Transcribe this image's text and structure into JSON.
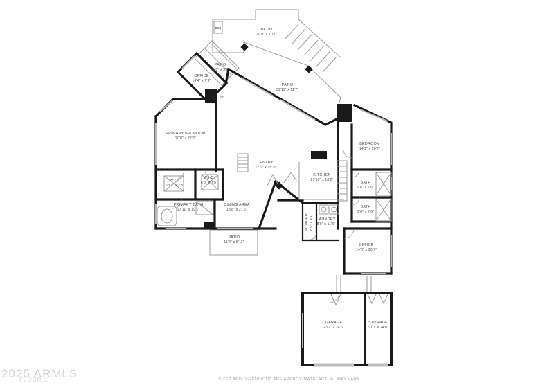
{
  "colors": {
    "wall_color": "#1a1a1a",
    "light_line_color": "#9c9c9c",
    "label_color": "#4a4a4a",
    "watermark_color": "#d4d4d4",
    "disclaimer_color": "#a8a8a8",
    "background_color": "#ffffff"
  },
  "watermark": {
    "line1": "2025 ARMLS",
    "line2": "FLOOR 1"
  },
  "footer": {
    "disclaimer": "SIZES AND DIMENSIONS ARE APPROXIMATE, ACTUAL MAY VARY."
  },
  "markers": {
    "bbq": "BBQ",
    "fireplace": "FP"
  },
  "rooms": {
    "patio_top": {
      "name": "PATIO",
      "dims": "29'9\" x 10'7\""
    },
    "patio_upper": {
      "name": "PATIO",
      "dims": "11'8\" x 9'2\""
    },
    "office_upper": {
      "name": "OFFICE",
      "dims": "14'4\" x 7'9\""
    },
    "patio_long": {
      "name": "PATIO",
      "dims": "39'11\" x 11'7\""
    },
    "primary_bedroom": {
      "name": "PRIMARY BEDROOM",
      "dims": "20'8\" x 22'2\""
    },
    "entry": {
      "name": "ENTRY",
      "dims": "17'1\" x 15'10\""
    },
    "kitchen": {
      "name": "KITCHEN",
      "dims": "21'10\" x 18'2\""
    },
    "bedroom": {
      "name": "BEDROOM",
      "dims": "14'9\" x 26'7\""
    },
    "bath_upper": {
      "name": "BATH",
      "dims": "9'6\" x 7'6\""
    },
    "bath_lower": {
      "name": "BATH",
      "dims": "9'6\" x 7'6\""
    },
    "wic_left": {
      "name": "W.I.C.",
      "dims": "10'1\" x 7'5\""
    },
    "wic_right": {
      "name": "W.I.C.",
      "dims": "6'8\" x 7'5\""
    },
    "primary_bath": {
      "name": "PRIMARY BATH",
      "dims": "17'11\" x 19'1\""
    },
    "dining": {
      "name": "DINING AREA",
      "dims": "13'8\" x 21'6\""
    },
    "patio_bottom": {
      "name": "PATIO",
      "dims": "11'4\" x 5'11\""
    },
    "powder": {
      "name": "POWDER",
      "dims": "6'9\" x 4'1\""
    },
    "laundry": {
      "name": "LAUNDRY",
      "dims": "8'9\" x 11'5\""
    },
    "office_lower": {
      "name": "OFFICE",
      "dims": "14'8\" x 20'7\""
    },
    "garage": {
      "name": "GARAGE",
      "dims": "23'2\" x 24'6\""
    },
    "storage": {
      "name": "STORAGE",
      "dims": "5'10\" x 24'0\""
    }
  }
}
